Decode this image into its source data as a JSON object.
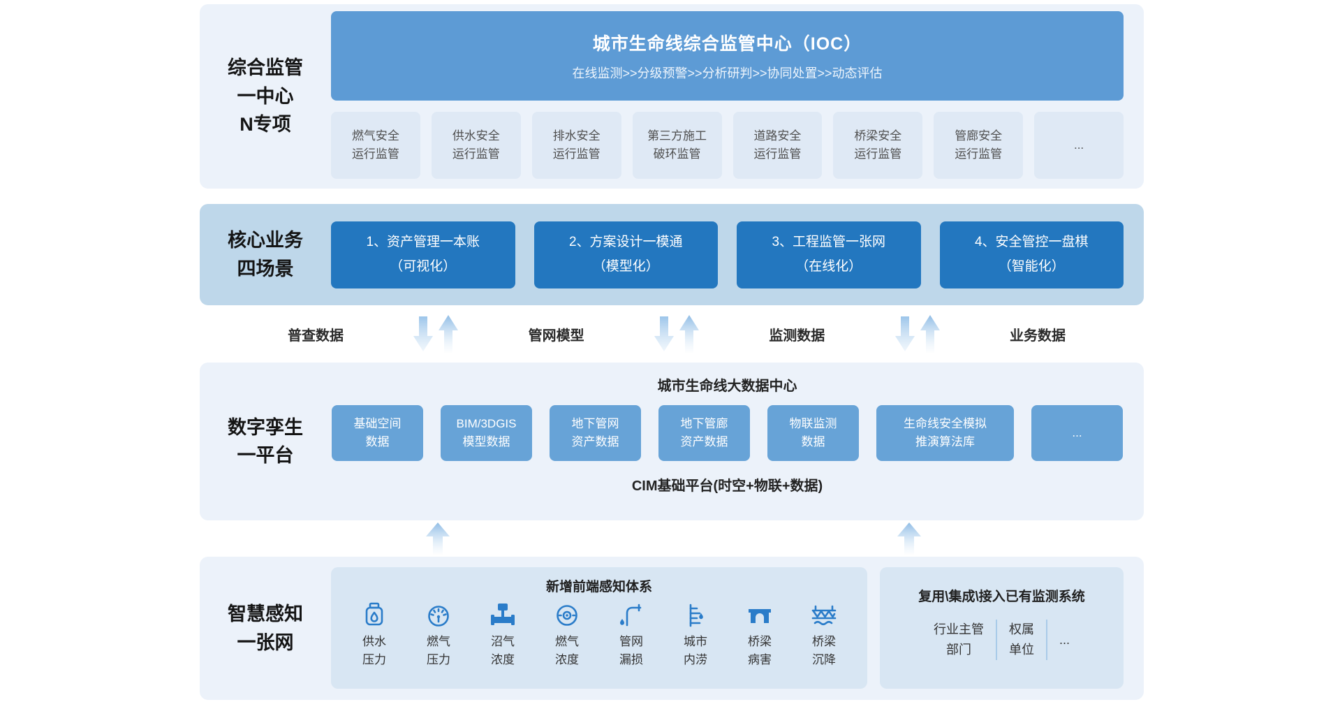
{
  "colors": {
    "section_bg": "#ecf2fa",
    "core_section_bg": "#bed7ea",
    "ioc_blue": "#5d9bd5",
    "scenario_blue": "#2377bf",
    "twin_blue": "#67a3d7",
    "light_item_bg": "#dfe9f5",
    "inner_box_bg": "#d8e6f3",
    "icon_blue": "#2a7cc9"
  },
  "supervision": {
    "label": [
      "综合监管",
      "一中心",
      "N专项"
    ],
    "ioc_title": "城市生命线综合监管中心（IOC）",
    "ioc_subtitle": "在线监测>>分级预警>>分析研判>>协同处置>>动态评估",
    "items": [
      [
        "燃气安全",
        "运行监管"
      ],
      [
        "供水安全",
        "运行监管"
      ],
      [
        "排水安全",
        "运行监管"
      ],
      [
        "第三方施工",
        "破环监管"
      ],
      [
        "道路安全",
        "运行监管"
      ],
      [
        "桥梁安全",
        "运行监管"
      ],
      [
        "管廊安全",
        "运行监管"
      ]
    ],
    "more": "..."
  },
  "core": {
    "label": [
      "核心业务",
      "四场景"
    ],
    "scenarios": [
      [
        "1、资产管理一本账",
        "（可视化）"
      ],
      [
        "2、方案设计一模通",
        "（模型化）"
      ],
      [
        "3、工程监管一张网",
        "（在线化）"
      ],
      [
        "4、安全管控一盘棋",
        "（智能化）"
      ]
    ]
  },
  "dataflow": {
    "labels": [
      "普查数据",
      "管网模型",
      "监测数据",
      "业务数据"
    ]
  },
  "twin": {
    "label": [
      "数字孪生",
      "一平台"
    ],
    "title": "城市生命线大数据中心",
    "boxes": [
      [
        "基础空间",
        "数据"
      ],
      [
        "BIM/3DGIS",
        "模型数据"
      ],
      [
        "地下管网",
        "资产数据"
      ],
      [
        "地下管廊",
        "资产数据"
      ],
      [
        "物联监测",
        "数据"
      ],
      [
        "生命线安全模拟",
        "推演算法库"
      ]
    ],
    "more": "...",
    "platform": "CIM基础平台(时空+物联+数据)"
  },
  "perception": {
    "label": [
      "智慧感知",
      "一张网"
    ],
    "new_title": "新增前端感知体系",
    "sensors": [
      [
        "供水",
        "压力"
      ],
      [
        "燃气",
        "压力"
      ],
      [
        "沼气",
        "浓度"
      ],
      [
        "燃气",
        "浓度"
      ],
      [
        "管网",
        "漏损"
      ],
      [
        "城市",
        "内涝"
      ],
      [
        "桥梁",
        "病害"
      ],
      [
        "桥梁",
        "沉降"
      ]
    ],
    "reuse_title": "复用\\集成\\接入已有监测系统",
    "reuse_items": [
      [
        "行业主管",
        "部门"
      ],
      [
        "权属",
        "单位"
      ]
    ],
    "reuse_more": "..."
  }
}
